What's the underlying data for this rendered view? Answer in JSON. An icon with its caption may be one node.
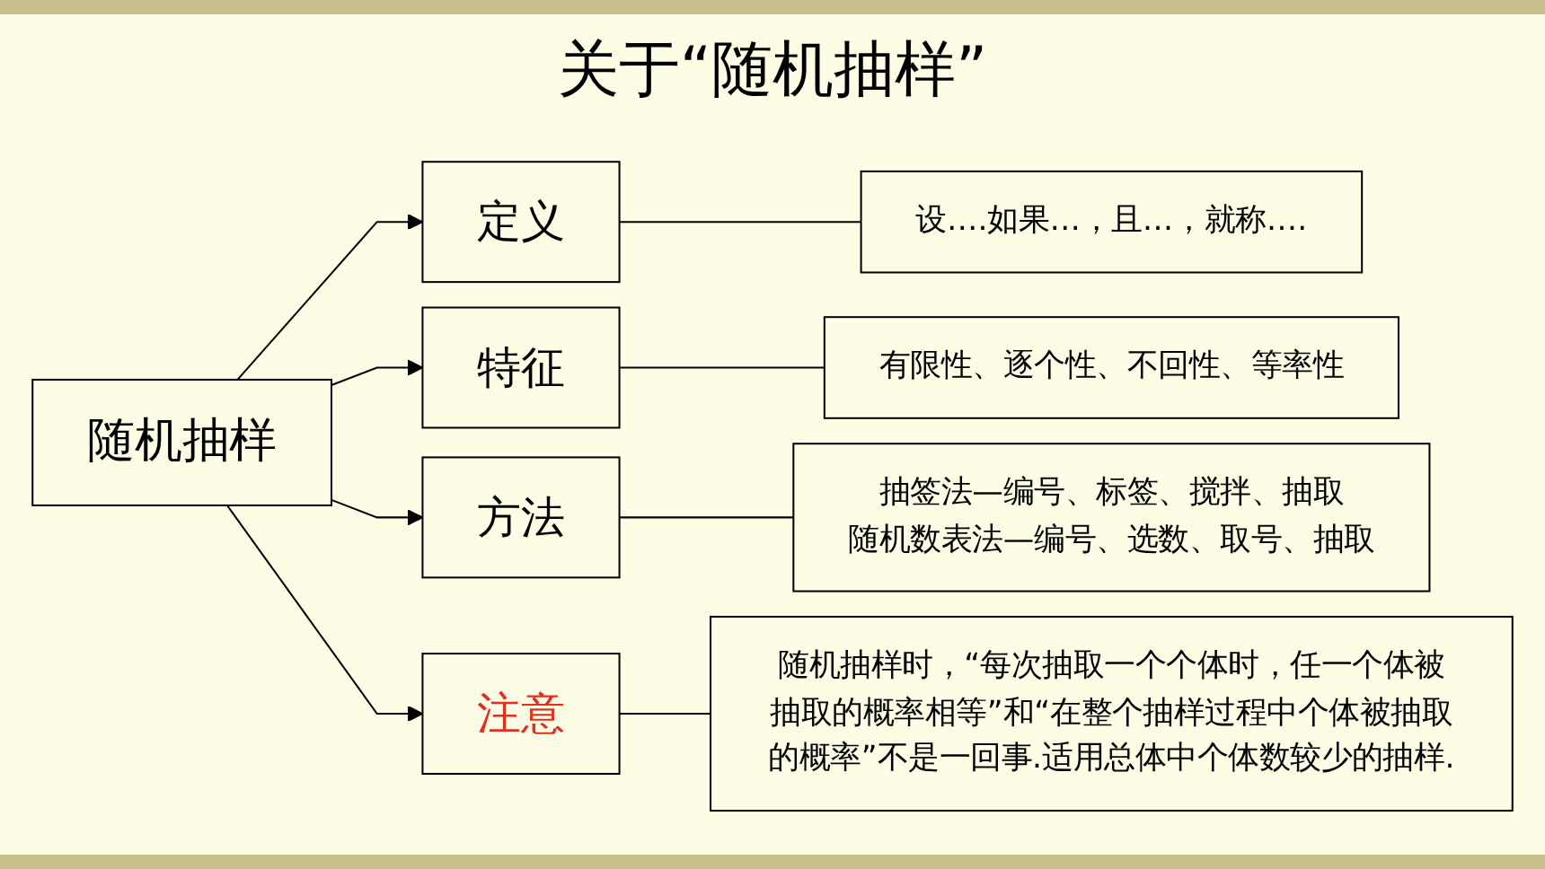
{
  "diagram": {
    "title": "关于“随机抽样”",
    "nodes": [
      {
        "text": [
          "随机抽样"
        ]
      },
      {
        "text": [
          "定义"
        ]
      },
      {
        "text": [
          "设….如果…，且…，就称…."
        ]
      },
      {
        "text": [
          "特征"
        ]
      },
      {
        "text": [
          "有限性、逐个性、不回性、等率性"
        ]
      },
      {
        "text": [
          "方法"
        ]
      },
      {
        "text": [
          "抽签法—编号、标签、搅拌、抽取",
          "随机数表法—编号、选数、取号、抽取"
        ]
      },
      {
        "text": [
          "注意"
        ]
      },
      {
        "text": [
          "随机抽样时，“每次抽取一个个体时，任一个体被抽取的概率相等”和“在整个抽样过程中个体被抽取的概率”不是一回事.适用总体中个体数较少的抽样."
        ]
      }
    ],
    "edges": [
      {
        "from": 0,
        "to": 1,
        "arrow": "to"
      },
      {
        "from": 0,
        "to": 3,
        "arrow": "to"
      },
      {
        "from": 0,
        "to": 5,
        "arrow": "to"
      },
      {
        "from": 0,
        "to": 7,
        "arrow": "to"
      },
      {
        "from": 1,
        "to": 2,
        "arrow": "none"
      },
      {
        "from": 3,
        "to": 4,
        "arrow": "none"
      },
      {
        "from": 5,
        "to": 6,
        "arrow": "none"
      },
      {
        "from": 7,
        "to": 8,
        "arrow": "none"
      }
    ]
  }
}
